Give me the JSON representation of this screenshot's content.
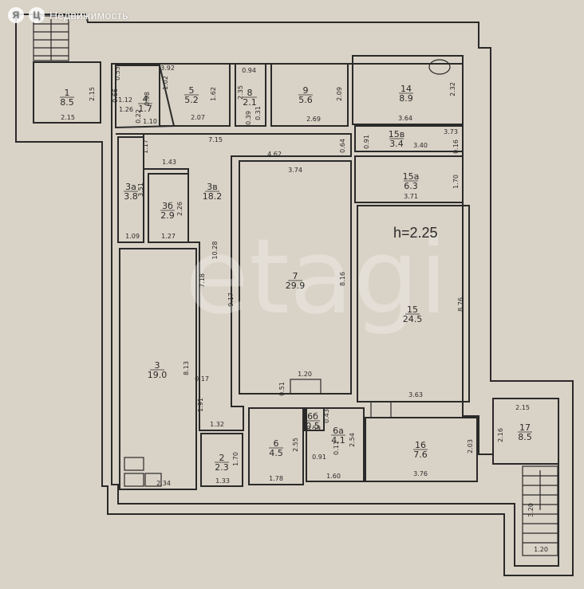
{
  "header": {
    "logo_left": "Я",
    "logo_right": "Ц",
    "brand": "Недвижимость"
  },
  "watermark": "etagi",
  "height_note": "h=2.25",
  "rooms": [
    {
      "id": "r1",
      "num": "1",
      "area": "8.5"
    },
    {
      "id": "r5",
      "num": "5",
      "area": "5.2"
    },
    {
      "id": "r8",
      "num": "8",
      "area": "2.1"
    },
    {
      "id": "r9",
      "num": "9",
      "area": "5.6"
    },
    {
      "id": "r14",
      "num": "14",
      "area": "8.9"
    },
    {
      "id": "r4",
      "num": "4",
      "area": "1.7"
    },
    {
      "id": "r15v",
      "num": "15в",
      "area": "3.4"
    },
    {
      "id": "r15a",
      "num": "15а",
      "area": "6.3"
    },
    {
      "id": "r3a",
      "num": "3а",
      "area": "3.8"
    },
    {
      "id": "r3b",
      "num": "3б",
      "area": "2.9"
    },
    {
      "id": "r3v",
      "num": "3в",
      "area": "18.2"
    },
    {
      "id": "r7",
      "num": "7",
      "area": "29.9"
    },
    {
      "id": "r15",
      "num": "15",
      "area": "24.5"
    },
    {
      "id": "r3",
      "num": "3",
      "area": "19.0"
    },
    {
      "id": "r2",
      "num": "2",
      "area": "2.3"
    },
    {
      "id": "r6",
      "num": "6",
      "area": "4.5"
    },
    {
      "id": "r6b",
      "num": "6б",
      "area": "0.5"
    },
    {
      "id": "r6a",
      "num": "6а",
      "area": "4.1"
    },
    {
      "id": "r16",
      "num": "16",
      "area": "7.6"
    },
    {
      "id": "r17",
      "num": "17",
      "area": "8.5"
    }
  ],
  "dimensions": [
    "2.15",
    "2.15",
    "3.92",
    "0.55",
    "0.66",
    "1.12",
    "0.98",
    "1.26",
    "0.22",
    "1.10",
    "1.02",
    "2.07",
    "1.62",
    "0.94",
    "2.35",
    "0.39",
    "0.31",
    "2.69",
    "2.09",
    "2.32",
    "3.64",
    "3.73",
    "0.91",
    "0.64",
    "3.40",
    "0.16",
    "7.15",
    "4.62",
    "3.74",
    "1.17",
    "1.43",
    "3.51",
    "2.26",
    "1.09",
    "1.27",
    "1.70",
    "3.71",
    "10.28",
    "7.18",
    "9.17",
    "8.16",
    "8.76",
    "8.13",
    "0.17",
    "1.91",
    "1.20",
    "0.51",
    "3.63",
    "1.32",
    "1.70",
    "1.33",
    "2.55",
    "1.78",
    "0.43",
    "0.59",
    "0.11",
    "0.91",
    "1.60",
    "2.54",
    "2.03",
    "3.76",
    "2.15",
    "2.16",
    "3.20",
    "1.20",
    "2.34"
  ]
}
